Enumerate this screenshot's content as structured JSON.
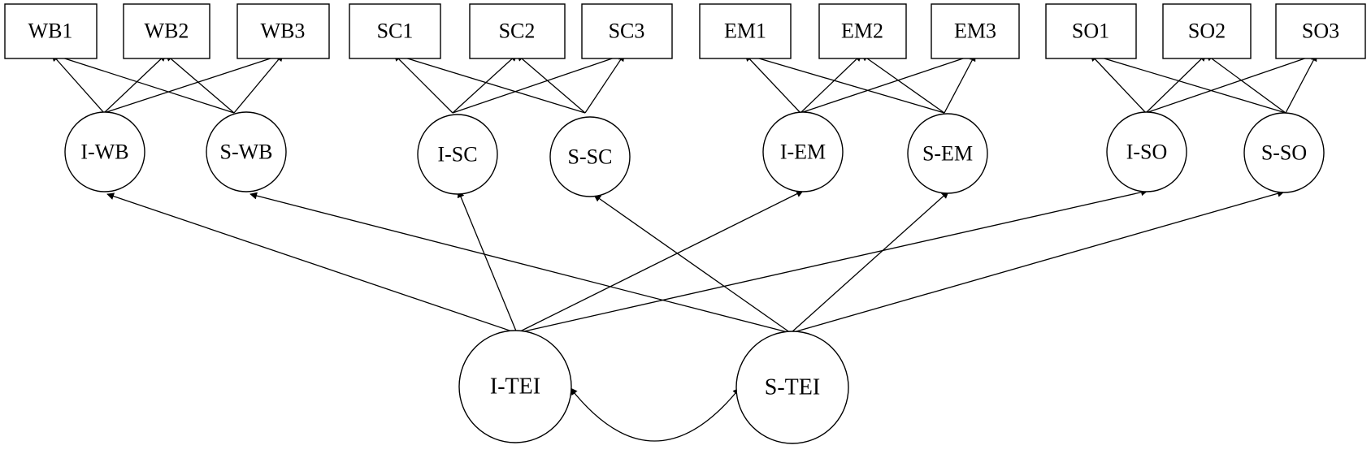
{
  "indicators": [
    "WB1",
    "WB2",
    "WB3",
    "SC1",
    "SC2",
    "SC3",
    "EM1",
    "EM2",
    "EM3",
    "SO1",
    "SO2",
    "SO3"
  ],
  "factors": [
    "I-WB",
    "S-WB",
    "I-SC",
    "S-SC",
    "I-EM",
    "S-EM",
    "I-SO",
    "S-SO"
  ],
  "global_factors": [
    "I-TEI",
    "S-TEI"
  ]
}
